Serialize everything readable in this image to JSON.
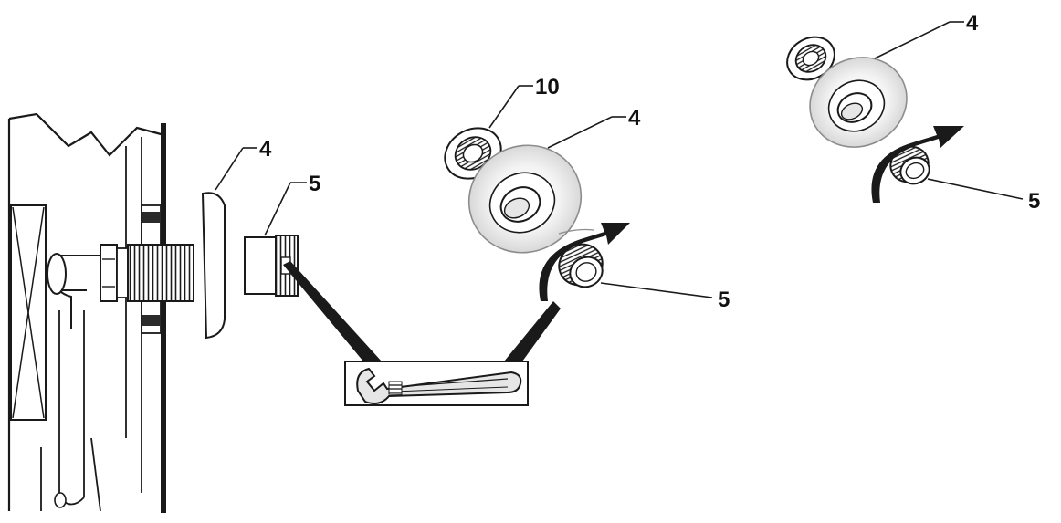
{
  "colors": {
    "line": "#1a1a1a",
    "shade": "#8c8c8c",
    "dark": "#2b2b2b",
    "light": "#e6e6e6",
    "background": "#ffffff"
  },
  "callouts": [
    {
      "id": "callout-4-ring-left",
      "text": "4"
    },
    {
      "id": "callout-5-nut-left",
      "text": "5"
    },
    {
      "id": "callout-10-fitting-middle",
      "text": "10"
    },
    {
      "id": "callout-4-flange-middle",
      "text": "4"
    },
    {
      "id": "callout-5-nut-middle",
      "text": "5"
    },
    {
      "id": "callout-4-flange-right",
      "text": "4"
    },
    {
      "id": "callout-5-nut-right",
      "text": "5"
    }
  ],
  "icons": {
    "wrench": "wrench-icon",
    "rotation_arrow": "rotate-clockwise-arrow-icon"
  }
}
